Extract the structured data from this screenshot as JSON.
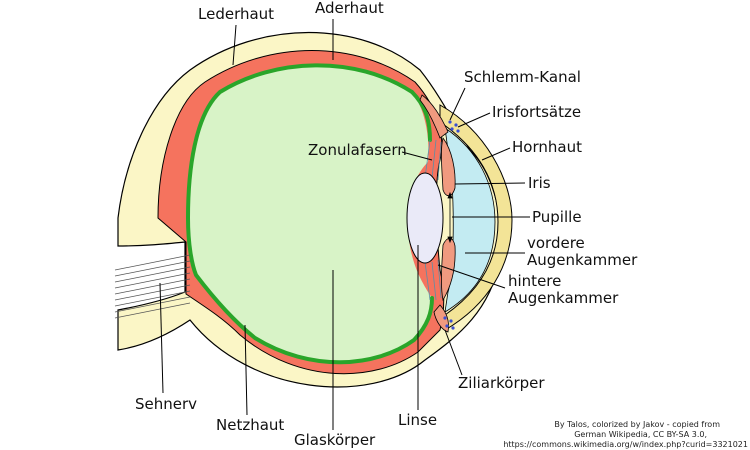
{
  "labels": {
    "lederhaut": "Lederhaut",
    "aderhaut": "Aderhaut",
    "schlemm_kanal": "Schlemm-Kanal",
    "irisfortsaetze": "Irisfortsätze",
    "hornhaut": "Hornhaut",
    "zonulafasern": "Zonulafasern",
    "iris": "Iris",
    "pupille": "Pupille",
    "vordere_augenkammer_1": "vordere",
    "vordere_augenkammer_2": "Augenkammer",
    "hintere_augenkammer_1": "hintere",
    "hintere_augenkammer_2": "Augenkammer",
    "ziliarkoerper": "Ziliarkörper",
    "linse": "Linse",
    "glaskoerper": "Glaskörper",
    "netzhaut": "Netzhaut",
    "sehnerv": "Sehnerv"
  },
  "credit": {
    "line1": "By Talos, colorized by Jakov - copied from",
    "line2": "German Wikipedia, CC BY-SA 3.0,",
    "line3": "https://commons.wikimedia.org/w/index.php?curid=3321021"
  },
  "colors": {
    "sclera": "#fbf6c6",
    "choroid": "#f5735e",
    "retina": "#2aa52a",
    "vitreous": "#d8f3c7",
    "cornea": "#f3e497",
    "anterior_chamber": "#c3ebf2",
    "lens": "#eaeaf8",
    "iris": "#f09a7f",
    "outline": "#000000"
  }
}
